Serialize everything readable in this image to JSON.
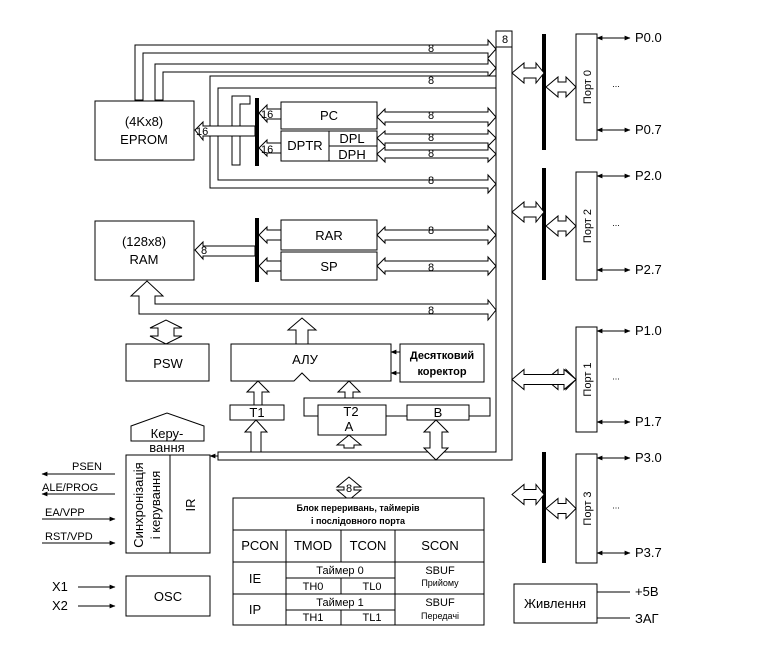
{
  "memory": {
    "eprom": {
      "size": "(4Kx8)",
      "name": "EPROM"
    },
    "ram": {
      "size": "(128x8)",
      "name": "RAM"
    }
  },
  "registers": {
    "pc": "PC",
    "dptr": "DPTR",
    "dpl": "DPL",
    "dph": "DPH",
    "rar": "RAR",
    "sp": "SP",
    "psw": "PSW",
    "alu": "АЛУ",
    "decimal_corrector": [
      "Десятковий",
      "коректор"
    ],
    "t1": "T1",
    "t2": "T2",
    "a": "A",
    "b": "B",
    "ir": "IR"
  },
  "bus_widths": {
    "main": "8",
    "addr16": "16",
    "ram_in": "8",
    "bus8": "8"
  },
  "control": {
    "header": [
      "Керу-",
      "вання"
    ],
    "sync": [
      "Синхронізація",
      "і керування"
    ]
  },
  "control_signals": [
    "PSEN",
    "ALE/PROG",
    "EA/VPP",
    "RST/VPD"
  ],
  "clock_inputs": [
    "X1",
    "X2"
  ],
  "osc": "OSC",
  "interrupt_block": {
    "title": [
      "Блок переривань, таймерів",
      "і послідовного порта"
    ],
    "cols": [
      "PCON",
      "TMOD",
      "TCON",
      "SCON"
    ],
    "ie": "IE",
    "ip": "IP",
    "timer0": "Таймер 0",
    "timer1": "Таймер 1",
    "th0": "TH0",
    "tl0": "TL0",
    "th1": "TH1",
    "tl1": "TL1",
    "sbuf": "SBUF",
    "receive": "Прийому",
    "transmit": "Передачі"
  },
  "power": {
    "name": "Живлення",
    "plus5": "+5В",
    "gnd": "ЗАГ"
  },
  "ports": [
    {
      "name": "Порт 0",
      "first": "P0.0",
      "last": "P0.7"
    },
    {
      "name": "Порт 2",
      "first": "P2.0",
      "last": "P2.7"
    },
    {
      "name": "Порт 1",
      "first": "P1.0",
      "last": "P1.7"
    },
    {
      "name": "Порт 3",
      "first": "P3.0",
      "last": "P3.7"
    }
  ],
  "ellipsis": "..."
}
